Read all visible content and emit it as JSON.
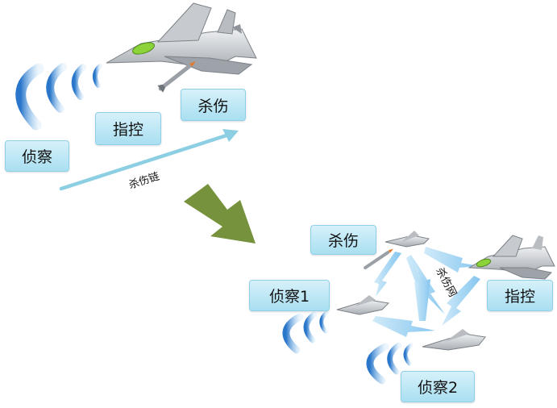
{
  "chain": {
    "nodes": {
      "recon": "侦察",
      "command": "指控",
      "strike": "杀伤"
    },
    "arrow_label": "杀伤链"
  },
  "network": {
    "nodes": {
      "strike": "杀伤",
      "recon1": "侦察1",
      "command": "指控",
      "recon2": "侦察2"
    },
    "center_label": "杀伤网"
  },
  "colors": {
    "node_fill": "#b5e3f3",
    "chain_arrow": "#8ccfe3",
    "transition_arrow": "#76923c",
    "link_arrow": "#9fd4f2",
    "radar_wave": "#2d7fcf"
  }
}
